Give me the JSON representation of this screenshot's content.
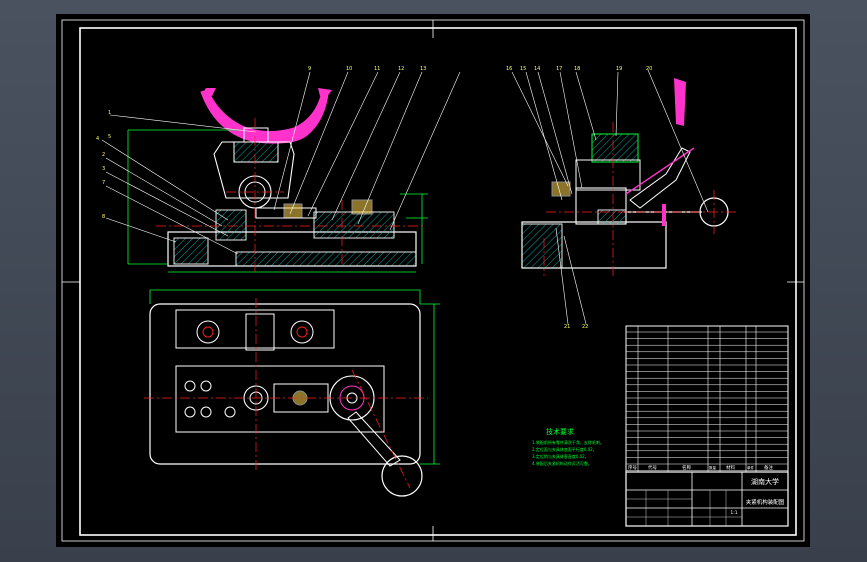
{
  "drawing": {
    "callouts_left": [
      "1",
      "4",
      "5",
      "2",
      "3",
      "7",
      "8",
      "9",
      "10",
      "11",
      "12",
      "13"
    ],
    "callouts_right": [
      "16",
      "15",
      "14",
      "17",
      "18",
      "19",
      "20",
      "21",
      "22"
    ],
    "tech_title": "技术要求",
    "tech_lines": [
      "1.装配前所有零件清洗干净，去除毛刺。",
      "2.定位面与夹具体底面平行度0.02。",
      "3.定位销与夹具体垂直度0.02。",
      "4.装配后夹紧机构动作灵活可靠。"
    ]
  },
  "title_block": {
    "school": "湖南大学",
    "drawing_name": "夹紧机构装配图",
    "col_seq": "序号",
    "col_code": "代号",
    "col_name": "名称",
    "col_qty": "数量",
    "col_material": "材料",
    "col_weight": "单件",
    "col_note": "备注",
    "scale": "1:1"
  },
  "colors": {
    "sheet": "#000000",
    "frame": "#ffffff",
    "outline": "#ffffff",
    "magenta": "#ff33cc",
    "green": "#00ff33",
    "red": "#ff2020",
    "hatch": "#00cccc",
    "callout": "#ffff66"
  }
}
